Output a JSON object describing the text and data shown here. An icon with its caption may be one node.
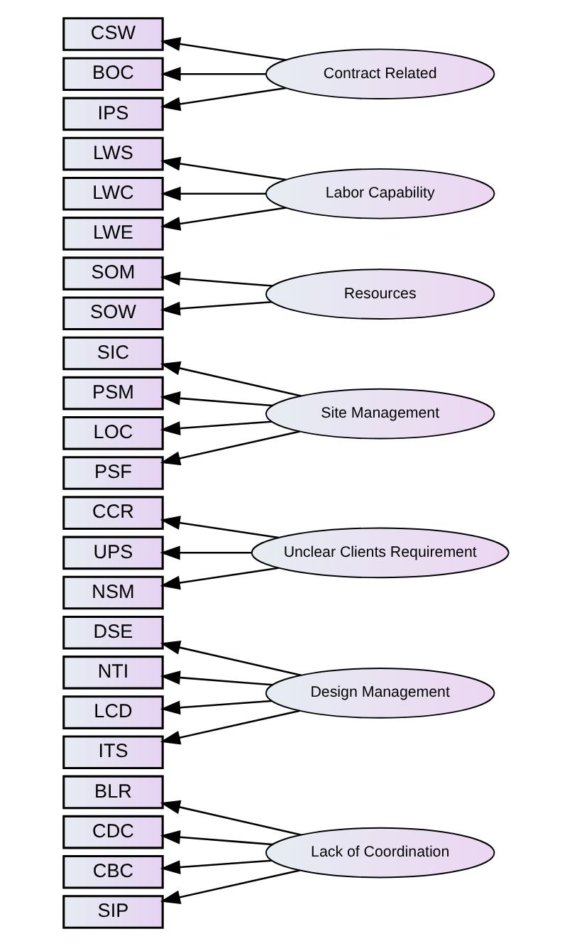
{
  "diagram": {
    "nodes": [
      {
        "text": [
          "BLR"
        ]
      },
      {
        "text": [
          "CDC"
        ]
      },
      {
        "text": [
          "CBC"
        ]
      },
      {
        "text": [
          "SIP"
        ]
      },
      {
        "text": [
          "Lack of Coordination"
        ]
      },
      {
        "text": [
          "DSE"
        ]
      },
      {
        "text": [
          "NTI"
        ]
      },
      {
        "text": [
          "LCD"
        ]
      },
      {
        "text": [
          "ITS"
        ]
      },
      {
        "text": [
          "Design Management"
        ]
      },
      {
        "text": [
          "CCR"
        ]
      },
      {
        "text": [
          "UPS"
        ]
      },
      {
        "text": [
          "NSM"
        ]
      },
      {
        "text": [
          "Unclear Clients Requirement"
        ]
      },
      {
        "text": [
          "SIC"
        ]
      },
      {
        "text": [
          "PSM"
        ]
      },
      {
        "text": [
          "LOC"
        ]
      },
      {
        "text": [
          "PSF"
        ]
      },
      {
        "text": [
          "Site Management"
        ]
      },
      {
        "text": [
          "SOM"
        ]
      },
      {
        "text": [
          "SOW"
        ]
      },
      {
        "text": [
          "Resources"
        ]
      },
      {
        "text": [
          "LWS"
        ]
      },
      {
        "text": [
          "LWC"
        ]
      },
      {
        "text": [
          "LWE"
        ]
      },
      {
        "text": [
          "Labor Capability"
        ]
      },
      {
        "text": [
          "CSW"
        ]
      },
      {
        "text": [
          "BOC"
        ]
      },
      {
        "text": [
          "IPS"
        ]
      },
      {
        "text": [
          "Contract Related"
        ]
      }
    ],
    "edges": [
      {
        "from": 4,
        "to": 0,
        "arrow": "to"
      },
      {
        "from": 4,
        "to": 1,
        "arrow": "to"
      },
      {
        "from": 4,
        "to": 2,
        "arrow": "to"
      },
      {
        "from": 4,
        "to": 3,
        "arrow": "to"
      },
      {
        "from": 9,
        "to": 5,
        "arrow": "to"
      },
      {
        "from": 9,
        "to": 6,
        "arrow": "to"
      },
      {
        "from": 9,
        "to": 7,
        "arrow": "to"
      },
      {
        "from": 9,
        "to": 8,
        "arrow": "to"
      },
      {
        "from": 13,
        "to": 10,
        "arrow": "to"
      },
      {
        "from": 13,
        "to": 11,
        "arrow": "to"
      },
      {
        "from": 13,
        "to": 12,
        "arrow": "to"
      },
      {
        "from": 18,
        "to": 14,
        "arrow": "to"
      },
      {
        "from": 18,
        "to": 15,
        "arrow": "to"
      },
      {
        "from": 18,
        "to": 16,
        "arrow": "to"
      },
      {
        "from": 18,
        "to": 17,
        "arrow": "to"
      },
      {
        "from": 21,
        "to": 19,
        "arrow": "to"
      },
      {
        "from": 21,
        "to": 20,
        "arrow": "to"
      },
      {
        "from": 25,
        "to": 22,
        "arrow": "to"
      },
      {
        "from": 25,
        "to": 23,
        "arrow": "to"
      },
      {
        "from": 25,
        "to": 24,
        "arrow": "to"
      },
      {
        "from": 29,
        "to": 26,
        "arrow": "to"
      },
      {
        "from": 29,
        "to": 27,
        "arrow": "to"
      },
      {
        "from": 29,
        "to": 28,
        "arrow": "to"
      }
    ]
  }
}
